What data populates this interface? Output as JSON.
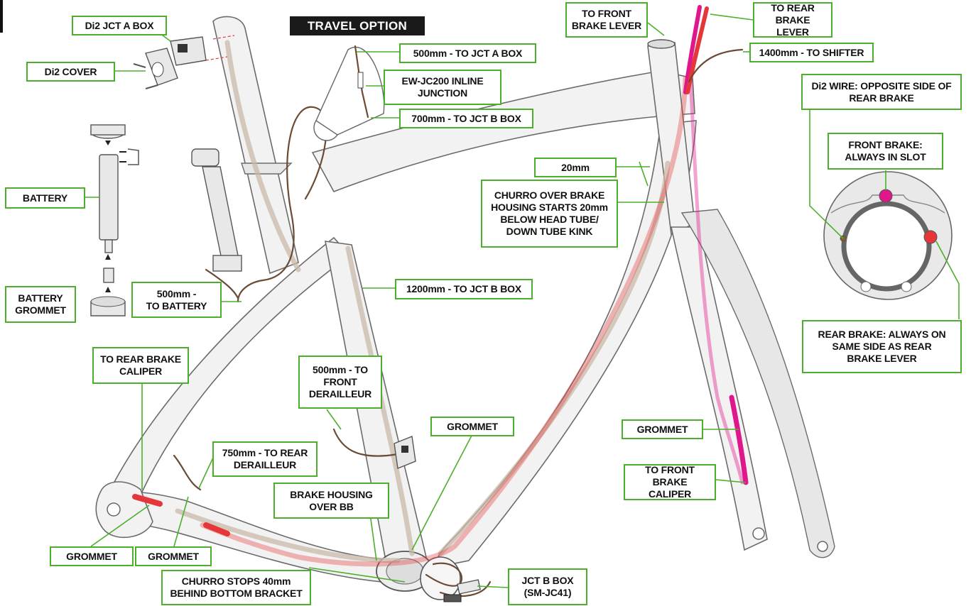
{
  "travel_title": "TRAVEL OPTION",
  "labels": {
    "di2_jct_a_box": "Di2 JCT A BOX",
    "di2_cover": "Di2 COVER",
    "battery": "BATTERY",
    "battery_grommet": "BATTERY\nGROMMET",
    "to_battery": "500mm -\nTO BATTERY",
    "to_rear_caliper": "TO REAR BRAKE\nCALIPER",
    "grommet_left": "GROMMET",
    "grommet_mid": "GROMMET",
    "to_rear_derailleur": "750mm - TO REAR\nDERAILLEUR",
    "brake_housing_bb": "BRAKE HOUSING\nOVER BB",
    "churro_stops": "CHURRO STOPS 40mm\nBEHIND BOTTOM BRACKET",
    "to_front_derailleur": "500mm - TO\nFRONT\nDERAILLEUR",
    "grommet_bb": "GROMMET",
    "jct_b_box": "JCT B BOX\n(SM-JC41)",
    "to_jct_a": "500mm - TO JCT A BOX",
    "inline_junction": "EW-JC200 INLINE\nJUNCTION",
    "to_jct_b_700": "700mm - TO JCT B BOX",
    "to_jct_b_1200": "1200mm - TO JCT B BOX",
    "dim_20mm": "20mm",
    "churro_over": "CHURRO OVER BRAKE\nHOUSING STARTS 20mm\nBELOW HEAD TUBE/\nDOWN TUBE KINK",
    "to_front_lever": "TO FRONT\nBRAKE LEVER",
    "to_rear_lever": "TO REAR\nBRAKE LEVER",
    "to_shifter": "1400mm - TO SHIFTER",
    "di2_wire_side": "Di2 WIRE: OPPOSITE SIDE OF\nREAR BRAKE",
    "front_brake_slot": "FRONT BRAKE:\nALWAYS IN SLOT",
    "rear_brake_side": "REAR BRAKE: ALWAYS ON\nSAME SIDE AS REAR\nBRAKE LEVER",
    "grommet_fork": "GROMMET",
    "to_front_caliper": "TO FRONT BRAKE\nCALIPER"
  },
  "colors": {
    "label_border": "#4caf2c",
    "frame_fill": "#f1f1f1",
    "frame_outline": "#6a6a6a",
    "di2_wire": "#6b4b36",
    "rear_brake_housing": "#e5373a",
    "front_brake_housing": "#e0168c",
    "churro_tint": "#c9b8aa"
  }
}
